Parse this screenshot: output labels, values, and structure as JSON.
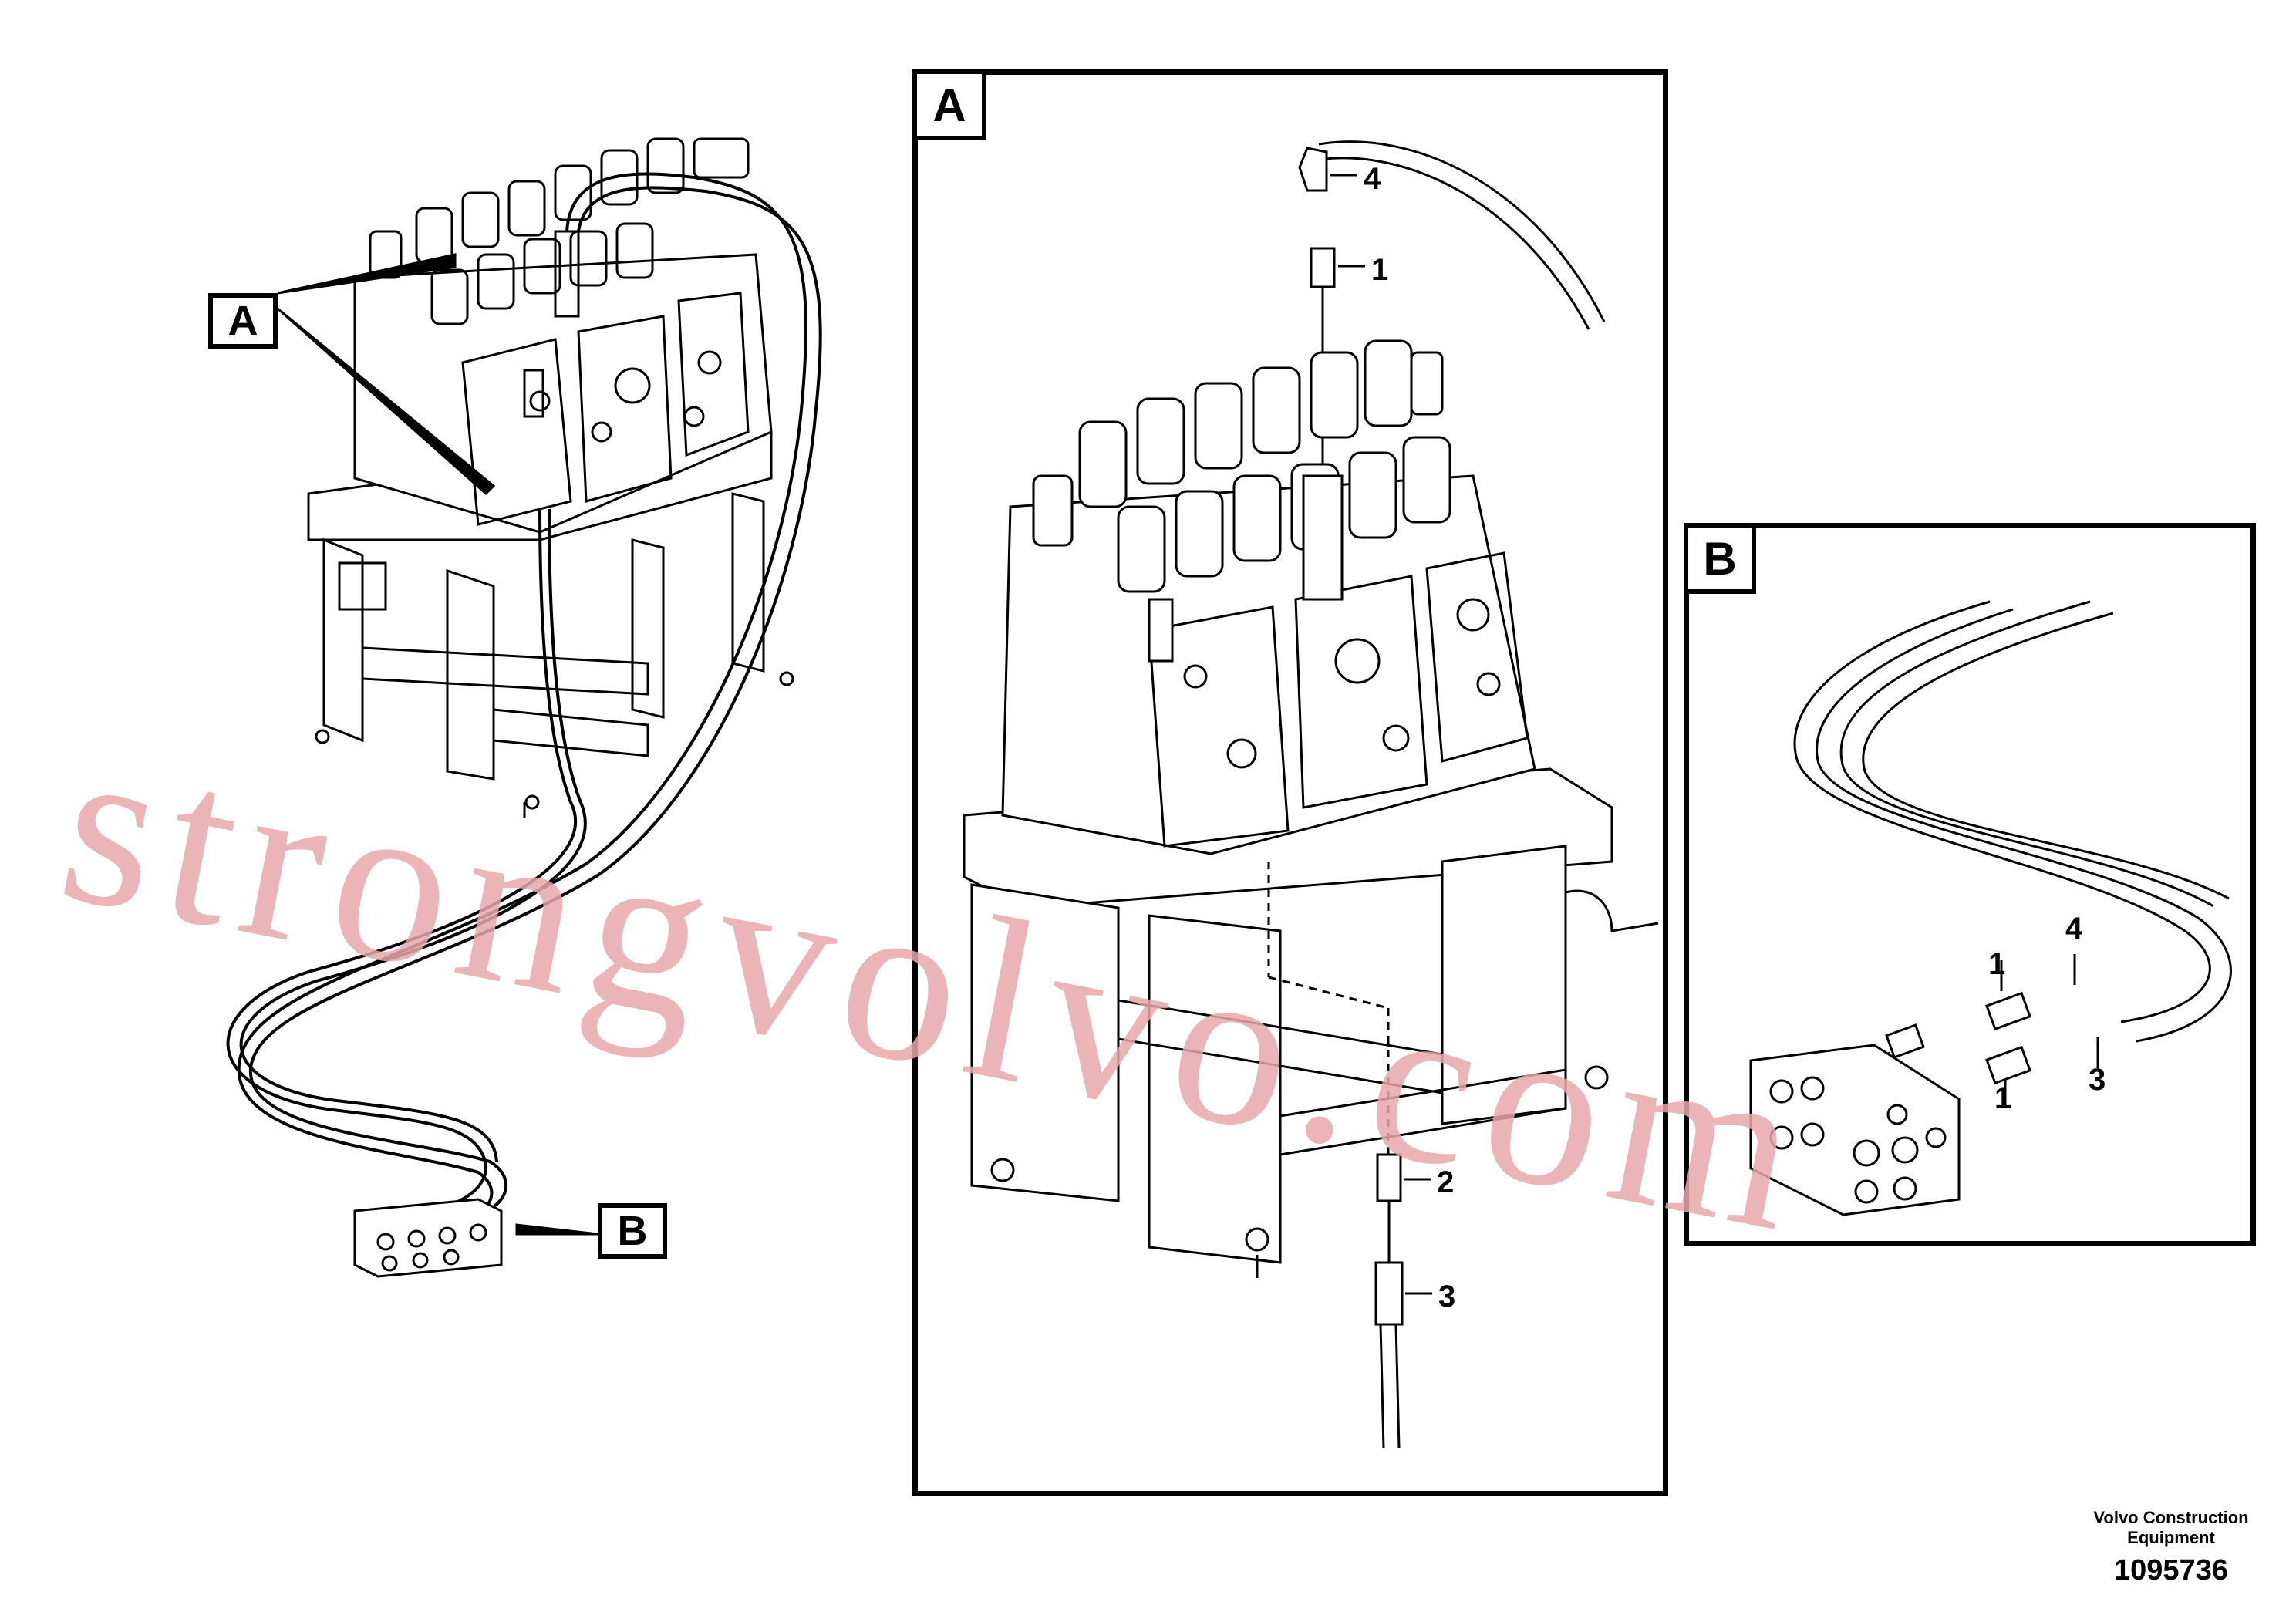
{
  "views": {
    "overview": {
      "callout_a": "A",
      "callout_b": "B"
    },
    "detail_a": {
      "label": "A",
      "parts": [
        "4",
        "1",
        "2",
        "3"
      ]
    },
    "detail_b": {
      "label": "B",
      "parts": [
        "1",
        "4",
        "3",
        "1"
      ]
    }
  },
  "footer": {
    "company_line1": "Volvo Construction",
    "company_line2": "Equipment",
    "drawing_number": "1095736"
  },
  "watermark": {
    "text": "strongvolvo.com",
    "color": "#e8a7aa"
  }
}
